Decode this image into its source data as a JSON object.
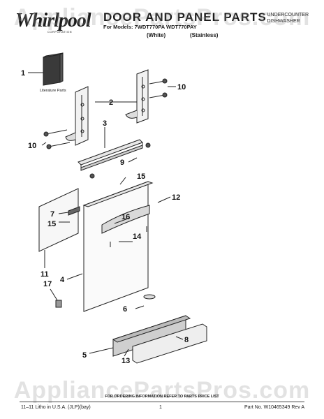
{
  "header": {
    "brand": "Whirlpool",
    "brand_sub": "CORPORATION",
    "title": "DOOR AND PANEL PARTS",
    "models": "For Models: 7WDT770PA  WDT770PAY",
    "variant_white": "(White)",
    "variant_stainless": "(Stainless)",
    "appliance_line1": "UNDERCOUNTER",
    "appliance_line2": "DISHWASHER"
  },
  "watermark": "AppliancePartsPros.com",
  "diagram": {
    "literature_label": "Literature Parts",
    "callouts": [
      "1",
      "2",
      "3",
      "4",
      "5",
      "6",
      "7",
      "8",
      "9",
      "10",
      "10",
      "11",
      "12",
      "13",
      "14",
      "15",
      "15",
      "16",
      "17"
    ]
  },
  "footer": {
    "ordering_note": "FOR ORDERING INFORMATION REFER TO PARTS PRICE LIST",
    "print_info": "11–11 Litho in U.S.A. (JLP)(bay)",
    "page_number": "1",
    "part_number": "Part No. W10465349 Rev A"
  }
}
